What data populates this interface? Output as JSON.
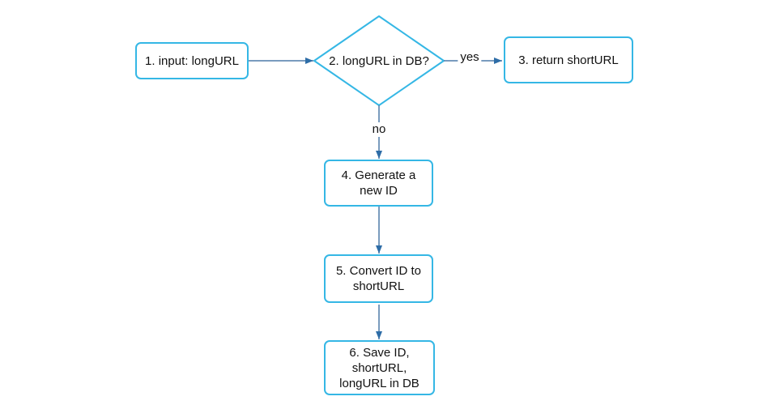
{
  "colors": {
    "background": "#ffffff",
    "node_border": "#35b7e5",
    "node_fill": "#ffffff",
    "edge": "#4d7aa9",
    "arrowhead": "#2e6da7",
    "text": "#111111"
  },
  "diagram": {
    "type": "flowchart",
    "nodes": [
      {
        "id": "input",
        "shape": "rectangle",
        "label": "1. input: longURL"
      },
      {
        "id": "check",
        "shape": "diamond",
        "label": "2. longURL in DB?"
      },
      {
        "id": "return",
        "shape": "rectangle",
        "label": "3. return shortURL"
      },
      {
        "id": "generate",
        "shape": "rectangle",
        "label": "4. Generate a\nnew ID"
      },
      {
        "id": "convert",
        "shape": "rectangle",
        "label": "5. Convert ID to\nshortURL"
      },
      {
        "id": "save",
        "shape": "rectangle",
        "label": "6. Save ID,\nshortURL,\nlongURL in DB"
      }
    ],
    "edges": [
      {
        "from": "input",
        "to": "check",
        "label": ""
      },
      {
        "from": "check",
        "to": "return",
        "label": "yes"
      },
      {
        "from": "check",
        "to": "generate",
        "label": "no"
      },
      {
        "from": "generate",
        "to": "convert",
        "label": ""
      },
      {
        "from": "convert",
        "to": "save",
        "label": ""
      }
    ]
  }
}
